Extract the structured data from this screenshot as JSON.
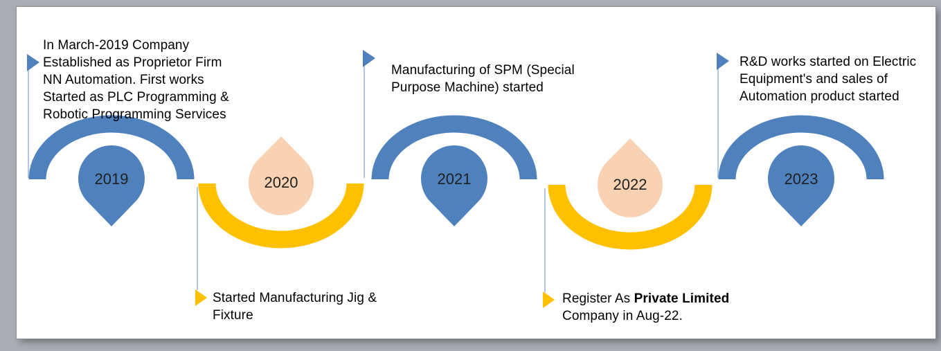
{
  "colors": {
    "pin_blue": "#4F81BD",
    "pin_peach": "#F9D2B4",
    "arc_blue": "#4F81BD",
    "arc_yellow": "#FFC000",
    "flag_blue": "#4F81BD",
    "flag_yellow": "#FFC000",
    "leader_line": "#95B3D7",
    "year_text": "#1F1F1F"
  },
  "milestones": [
    {
      "year": "2019",
      "side": "top",
      "marker_color": "blue",
      "note_runs": [
        {
          "text": "In March-2019 Company\nEstablished as Proprietor Firm\nNN Automation. First works\nStarted as PLC Programming &\nRobotic Programming Services"
        }
      ]
    },
    {
      "year": "2020",
      "side": "bottom",
      "marker_color": "peach",
      "note_runs": [
        {
          "text": "Started Manufacturing Jig &\nFixture"
        }
      ]
    },
    {
      "year": "2021",
      "side": "top",
      "marker_color": "blue",
      "note_runs": [
        {
          "text": "Manufacturing of SPM (Special\nPurpose Machine) started"
        }
      ]
    },
    {
      "year": "2022",
      "side": "bottom",
      "marker_color": "peach",
      "note_runs": [
        {
          "text": "Register As "
        },
        {
          "text": "Private Limited",
          "bold": true
        },
        {
          "text": "\nCompany in Aug-22."
        }
      ]
    },
    {
      "year": "2023",
      "side": "top",
      "marker_color": "blue",
      "note_runs": [
        {
          "text": "R&D works started on Electric\nEquipment's and sales of\nAutomation product started"
        }
      ]
    }
  ]
}
